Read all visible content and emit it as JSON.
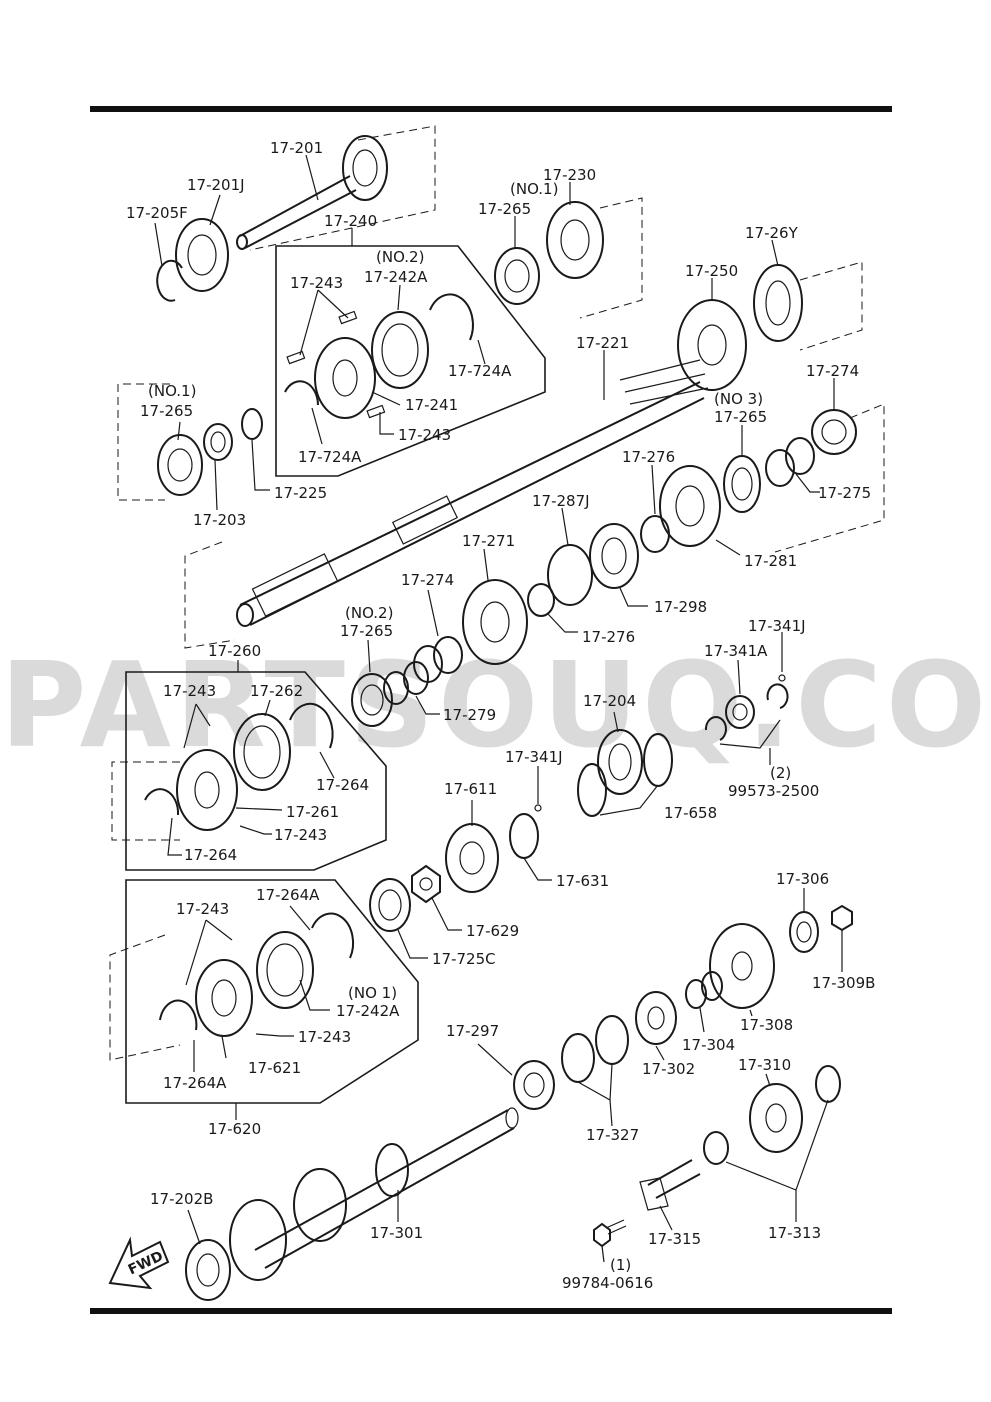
{
  "watermark": "PARTSOUQ.COM",
  "fwd_label": "FWD",
  "labels": {
    "l1": "17-201",
    "l2": "17-201J",
    "l3": "17-205F",
    "l4": "17-240",
    "l5": "(NO.2)",
    "l6": "17-242A",
    "l7": "17-243",
    "l8": "17-724A",
    "l9": "17-241",
    "l10": "17-243",
    "l11": "17-724A",
    "l12": "(NO.1)",
    "l13": "17-265",
    "l14": "17-230",
    "l15": "17-26Y",
    "l16": "17-250",
    "l17": "17-221",
    "l18": "17-274",
    "l19": "(NO.1)",
    "l20": "17-265",
    "l21": "17-225",
    "l22": "17-203",
    "l23": "(NO 3)",
    "l24": "17-265",
    "l25": "17-276",
    "l26": "17-275",
    "l27": "17-287J",
    "l28": "17-281",
    "l29": "17-271",
    "l30": "17-274",
    "l31": "17-298",
    "l32": "(NO.2)",
    "l33": "17-265",
    "l34": "17-276",
    "l35": "17-260",
    "l36": "17-341J",
    "l37": "17-341A",
    "l38": "17-243",
    "l39": "17-262",
    "l40": "17-279",
    "l41": "17-204",
    "l42": "99573-2500",
    "l43": "(2)",
    "l44": "17-264",
    "l45": "17-261",
    "l46": "17-243",
    "l47": "17-341J",
    "l48": "17-658",
    "l49": "17-264",
    "l50": "17-611",
    "l51": "17-631",
    "l52": "17-264A",
    "l53": "17-243",
    "l54": "17-629",
    "l55": "17-725C",
    "l56": "17-306",
    "l57": "(NO 1)",
    "l58": "17-242A",
    "l59": "17-309B",
    "l60": "17-243",
    "l61": "17-297",
    "l62": "17-304",
    "l63": "17-308",
    "l64": "17-621",
    "l65": "17-264A",
    "l66": "17-302",
    "l67": "17-310",
    "l68": "17-620",
    "l69": "17-327",
    "l70": "17-202B",
    "l71": "17-301",
    "l72": "17-315",
    "l73": "17-313",
    "l74": "(1)",
    "l75": "99784-0616"
  }
}
